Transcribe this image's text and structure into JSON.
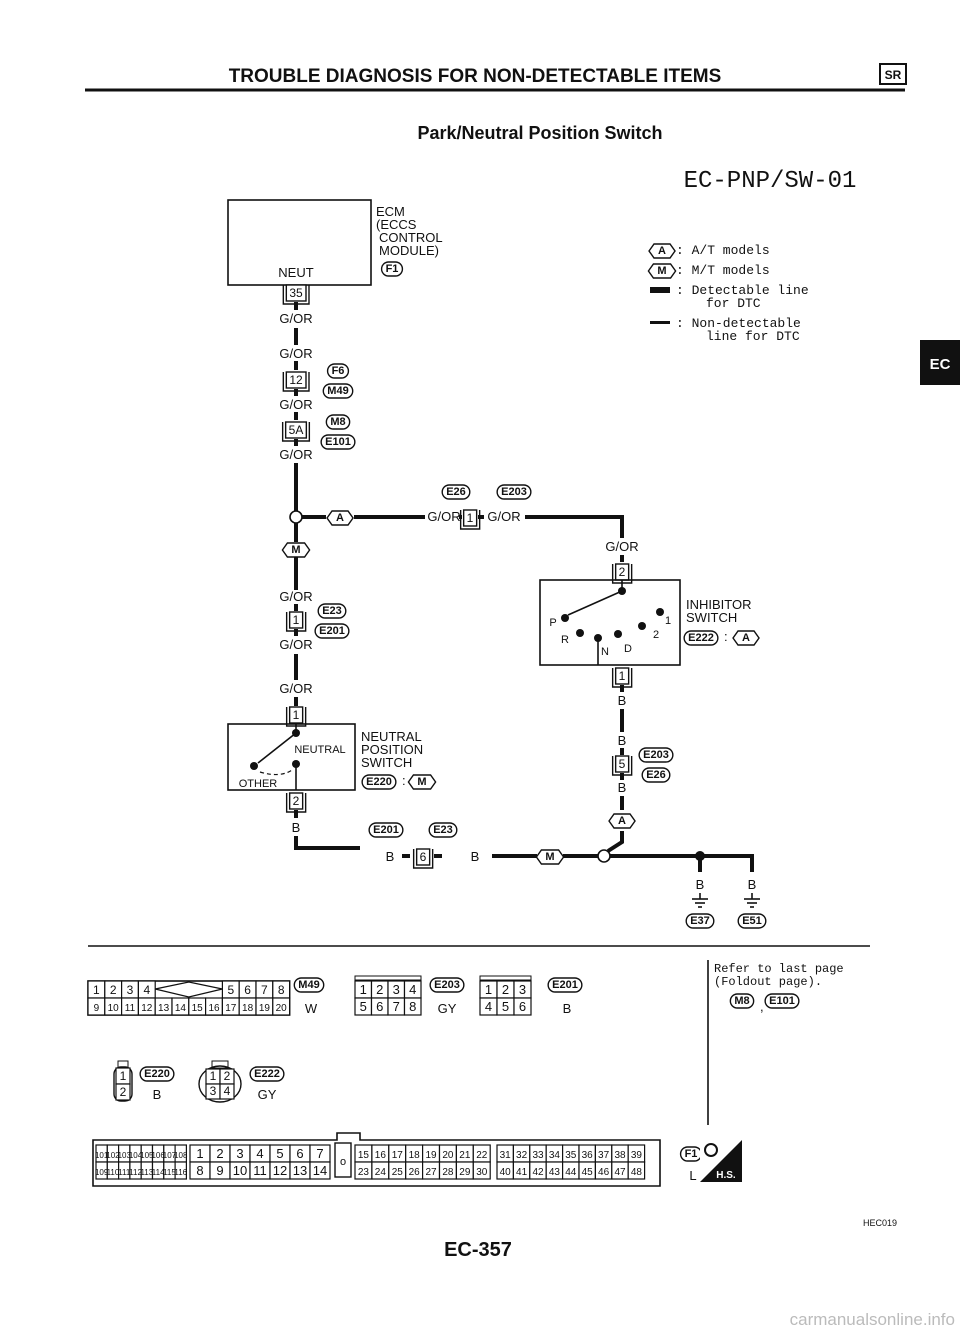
{
  "header": {
    "title": "TROUBLE DIAGNOSIS FOR NON-DETECTABLE ITEMS",
    "sr_badge": "SR"
  },
  "subtitle": "Park/Neutral Position Switch",
  "diagram_code": "EC-PNP/SW-01",
  "side_tab": "EC",
  "legend": {
    "a_symbol": "A",
    "a_text": ": A/T models",
    "m_symbol": "M",
    "m_text": ": M/T models",
    "detectable_1": ": Detectable line",
    "detectable_2": "for DTC",
    "nondetectable_1": ": Non-detectable",
    "nondetectable_2": "line for DTC"
  },
  "ecm": {
    "line1": "ECM",
    "line2": "(ECCS",
    "line3": "CONTROL",
    "line4": "MODULE)",
    "connector": "F1",
    "terminal_label": "NEUT",
    "terminal": "35"
  },
  "wires": {
    "go": "G/OR",
    "b": "B"
  },
  "joints": {
    "j12": {
      "terminal": "12",
      "c1": "F6",
      "c2": "M49"
    },
    "j5a": {
      "terminal": "5A",
      "c1": "M8",
      "c2": "E101"
    },
    "j_a1": {
      "terminal": "1",
      "c1": "E26",
      "c2": "E203"
    },
    "j_m1": {
      "terminal": "1",
      "c1": "E23",
      "c2": "E201"
    },
    "j6": {
      "terminal": "6",
      "c1": "E201",
      "c2": "E23"
    },
    "j5": {
      "terminal": "5",
      "c1": "E203",
      "c2": "E26"
    }
  },
  "neutral_switch": {
    "line1": "NEUTRAL",
    "line2": "POSITION",
    "line3": "SWITCH",
    "connector": "E220",
    "model": "M",
    "pos_neutral": "NEUTRAL",
    "pos_other": "OTHER",
    "term_in": "1",
    "term_out": "2"
  },
  "inhibitor_switch": {
    "line1": "INHIBITOR",
    "line2": "SWITCH",
    "connector": "E222",
    "model": "A",
    "term_in": "2",
    "term_out": "1",
    "pos_p": "P",
    "pos_r": "R",
    "pos_n": "N",
    "pos_d": "D",
    "pos_1": "1",
    "pos_2": "2"
  },
  "model_a": "A",
  "model_m": "M",
  "grounds": [
    {
      "wire": "B",
      "connector": "E37"
    },
    {
      "wire": "B",
      "connector": "E51"
    }
  ],
  "refer": {
    "line1": "Refer to last page",
    "line2": "(Foldout page).",
    "c1": "M8",
    "c2": "E101",
    "sep": ","
  },
  "connectors": {
    "m49": {
      "id": "M49",
      "color": "W",
      "rows": [
        [
          "1",
          "2",
          "3",
          "4",
          "",
          "",
          "",
          "5",
          "6",
          "7",
          "8"
        ],
        [
          "9",
          "10",
          "11",
          "12",
          "13",
          "14",
          "15",
          "16",
          "17",
          "18",
          "19",
          "20"
        ]
      ]
    },
    "e203": {
      "id": "E203",
      "color": "GY",
      "rows": [
        [
          "1",
          "2",
          "3",
          "4"
        ],
        [
          "5",
          "6",
          "7",
          "8"
        ]
      ]
    },
    "e201": {
      "id": "E201",
      "color": "B",
      "rows": [
        [
          "1",
          "2",
          "3"
        ],
        [
          "4",
          "5",
          "6"
        ]
      ]
    },
    "e220": {
      "id": "E220",
      "color": "B",
      "rows": [
        [
          "1"
        ],
        [
          "2"
        ]
      ]
    },
    "e222": {
      "id": "E222",
      "color": "GY",
      "rows": [
        [
          "1",
          "2"
        ],
        [
          "3",
          "4"
        ]
      ]
    },
    "f1": {
      "id": "F1",
      "color": "L",
      "center": "o",
      "groups": [
        {
          "top": [
            "101",
            "102",
            "103",
            "104",
            "105",
            "106",
            "107",
            "108"
          ],
          "bottom": [
            "109",
            "110",
            "111",
            "112",
            "113",
            "114",
            "115",
            "116"
          ]
        },
        {
          "top": [
            "1",
            "2",
            "3",
            "4",
            "5",
            "6",
            "7"
          ],
          "bottom": [
            "8",
            "9",
            "10",
            "11",
            "12",
            "13",
            "14"
          ]
        },
        {
          "top": [
            "15",
            "16",
            "17",
            "18",
            "19",
            "20",
            "21",
            "22"
          ],
          "bottom": [
            "23",
            "24",
            "25",
            "26",
            "27",
            "28",
            "29",
            "30"
          ]
        },
        {
          "top": [
            "31",
            "32",
            "33",
            "34",
            "35",
            "36",
            "37",
            "38",
            "39"
          ],
          "bottom": [
            "40",
            "41",
            "42",
            "43",
            "44",
            "45",
            "46",
            "47",
            "48"
          ]
        }
      ]
    }
  },
  "hs_badge": "H.S.",
  "figure_code": "HEC019",
  "page_number": "EC-357",
  "watermark": "carmanualsonline.info"
}
